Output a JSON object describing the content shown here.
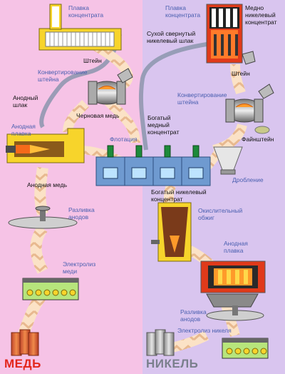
{
  "colors": {
    "copper_bg": "#f6c3e6",
    "nickel_bg": "#d9c5ef",
    "flow_light": "#fbe2c6",
    "flow_dark": "#e8b98f",
    "gray_pipe": "#8b95ad",
    "label_blue": "#4a5fb0",
    "copper_title": "#e3261c",
    "nickel_title": "#7a7f8c",
    "furnace_yellow": "#f7d42b",
    "flotation_blue": "#6f9ad0"
  },
  "sections": {
    "copper": {
      "title": "МЕДЬ"
    },
    "nickel": {
      "title": "НИКЕЛЬ"
    }
  },
  "labels": {
    "copper_concentrate_smelting": "Плавка\nконцентрата",
    "matte_left": "Штейн",
    "matte_converting_left": "Конвертирование\nштейна",
    "anode_slag": "Анодный\nшлак",
    "blister_copper": "Черновая медь",
    "anode_smelting_left": "Анодная\nплавка",
    "anode_copper": "Анодная медь",
    "anode_casting_left": "Разливка\nанодов",
    "copper_electrolysis": "Электролиз\nмеди",
    "nickel_concentrate_smelting": "Плавка\nконцентрата",
    "cu_ni_concentrate": "Медно\nникелевый\nконцентрат",
    "dry_ni_slag": "Сухой свернутый\nникелевый шлак",
    "matte_right": "Штейн",
    "matte_converting_right": "Конвертирование\nштейна",
    "rich_copper_concentrate": "Богатый\nмедный\nконцентрат",
    "flotation": "Флотация",
    "fine_matte": "Файнштейн",
    "crushing": "Дробление",
    "rich_nickel_concentrate": "Богатый никелевый\nконцентрат",
    "oxidizing_roasting": "Окислительный\nобжиг",
    "anode_smelting_right": "Анодная\nплавка",
    "anode_casting_right": "Разливка\nанодов",
    "nickel_electrolysis": "Электролиз никеля"
  }
}
